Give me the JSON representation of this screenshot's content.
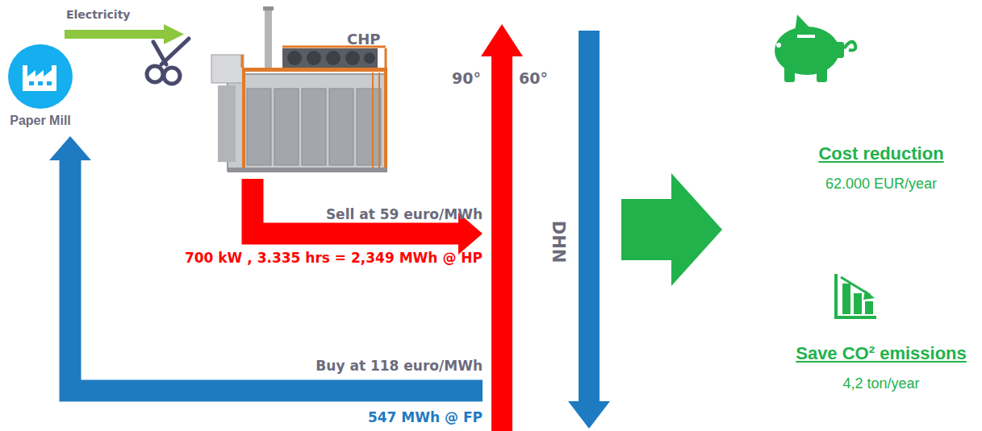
{
  "diagram": {
    "nodes": [
      {
        "text": [
          "Paper Mill"
        ]
      },
      {
        "text": [
          "CHP"
        ]
      },
      {
        "text": [
          "DHN"
        ]
      },
      {
        "text": [
          "Cost reduction",
          "62.000 EUR/year"
        ]
      },
      {
        "text": [
          "Save CO² emissions",
          "4,2 ton/year"
        ]
      }
    ],
    "edges": [
      {
        "from": 1,
        "to": 2,
        "arrow": "to",
        "label": "Sell at 59 euro/MWh"
      },
      {
        "from": 2,
        "to": 0,
        "arrow": "to",
        "label": "Buy at 118 euro/MWh"
      }
    ],
    "labels": [
      "Electricity",
      "90°",
      "60°",
      "700 kW , 3.335 hrs = 2,349 MWh @ HP",
      "547 MWh @ FP"
    ]
  }
}
